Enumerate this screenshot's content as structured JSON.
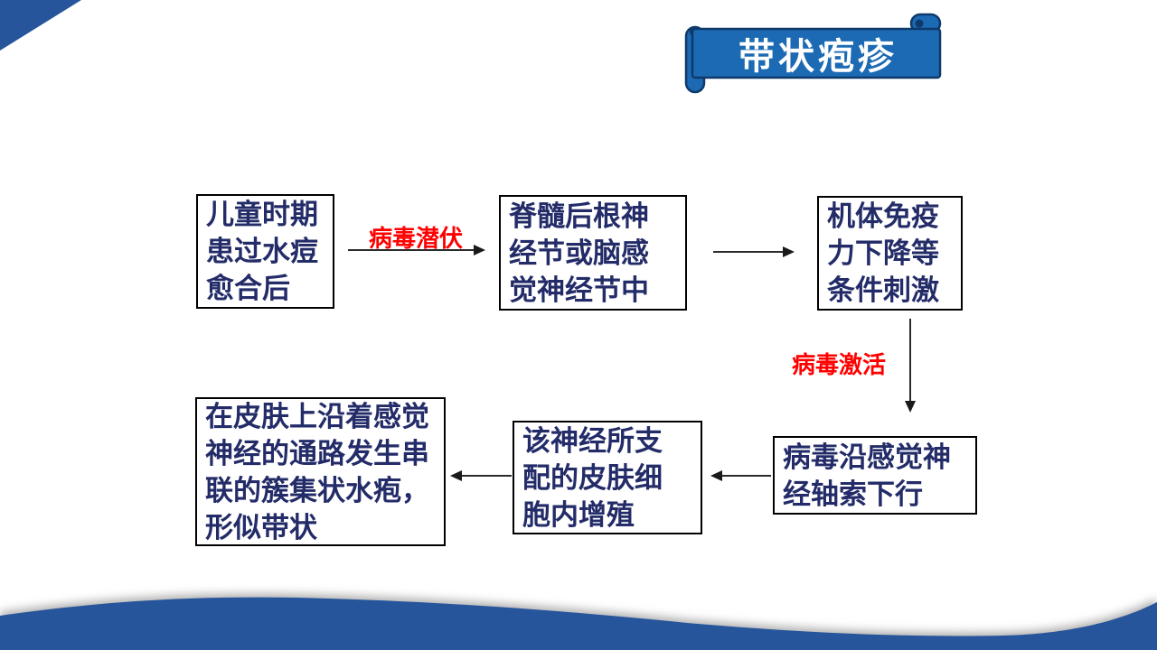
{
  "slide": {
    "title_banner": {
      "text": "带状疱疹"
    },
    "colors": {
      "banner_blue": "#1B6AB3",
      "banner_outline": "#0E3A6B",
      "wave_blue": "#27559B",
      "box_text_navy": "#232C68",
      "arrow_black": "#1a1a1a",
      "label_red": "#FF0000"
    },
    "flowchart": {
      "boxes": [
        {
          "id": "childhood-chickenpox",
          "text": "儿童时期\n患过水痘\n愈合后"
        },
        {
          "id": "sensory-ganglion",
          "text": "脊髓后根神\n经节或脑感\n觉神经节中"
        },
        {
          "id": "immunity-drop",
          "text": "机体免疫\n力下降等\n条件刺激"
        },
        {
          "id": "virus-descends-axon",
          "text": "病毒沿感觉神\n经轴索下行"
        },
        {
          "id": "skin-cell-proliferation",
          "text": "该神经所支\n配的皮肤细\n胞内增殖"
        },
        {
          "id": "band-like-blisters",
          "text": "在皮肤上沿着感觉\n神经的通路发生串\n联的簇集状水疱，\n形似带状"
        }
      ],
      "arrow_labels": [
        {
          "id": "virus-latency",
          "text": "病毒潜伏"
        },
        {
          "id": "virus-activation",
          "text": "病毒激活"
        }
      ]
    }
  }
}
